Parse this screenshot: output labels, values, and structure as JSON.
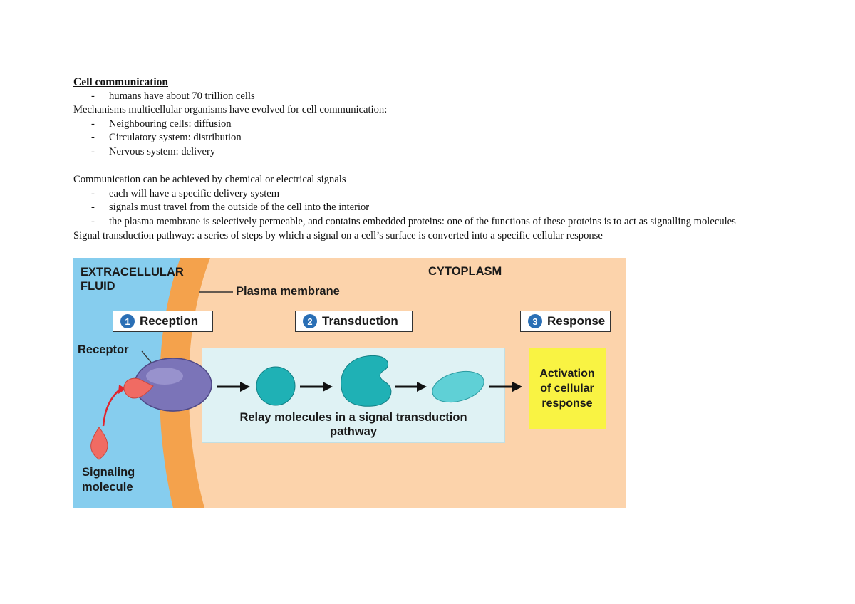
{
  "document": {
    "heading": "Cell communication",
    "bullet_dash": "-",
    "intro_bullet": "humans have about 70 trillion cells",
    "mechanisms_intro": "Mechanisms multicellular organisms have evolved for cell communication:",
    "mechanisms": [
      "Neighbouring cells: diffusion",
      "Circulatory system: distribution",
      "Nervous system: delivery"
    ],
    "signals_intro": "Communication can be achieved by chemical or electrical signals",
    "signals": [
      "each will have a specific delivery system",
      "signals must travel from the outside of the cell into the interior",
      "the plasma membrane is selectively permeable, and contains embedded proteins: one of the functions of these proteins is to act as signalling molecules"
    ],
    "pathway_definition": "Signal transduction pathway: a series of steps by which a signal on a cell’s surface is converted into a specific cellular response"
  },
  "diagram": {
    "extracellular_line1": "EXTRACELLULAR",
    "extracellular_line2": "FLUID",
    "cytoplasm": "CYTOPLASM",
    "plasma_membrane": "Plasma membrane",
    "steps": [
      {
        "number": "1",
        "label": "Reception"
      },
      {
        "number": "2",
        "label": "Transduction"
      },
      {
        "number": "3",
        "label": "Response"
      }
    ],
    "receptor": "Receptor",
    "signaling_line1": "Signaling",
    "signaling_line2": "molecule",
    "relay_line1": "Relay molecules in a signal transduction",
    "relay_line2": "pathway",
    "response_line1": "Activation",
    "response_line2": "of cellular",
    "response_line3": "response",
    "colors": {
      "extracellular": "#86cdee",
      "membrane": "#f4a24c",
      "cytoplasm": "#fcd3ab",
      "relay_box": "#dff2f4",
      "response_box": "#f9f343",
      "step_number": "#2a6fb5",
      "relay_molecule": "#1fb1b5",
      "receptor": "#7b74b8",
      "signal": "#f06b63"
    }
  }
}
